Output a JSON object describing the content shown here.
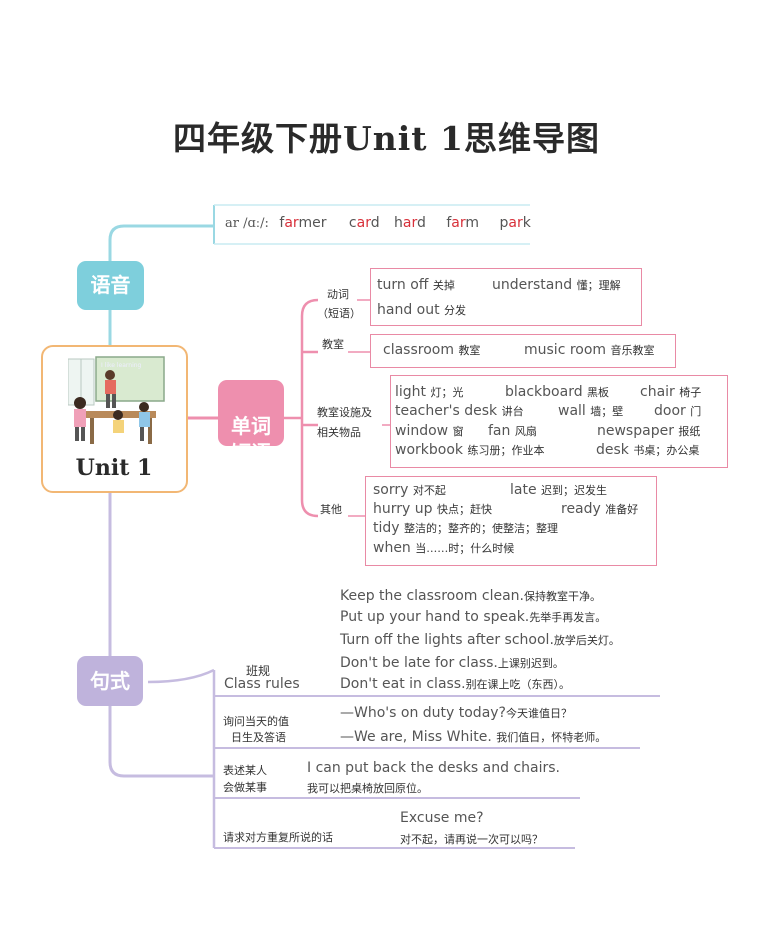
{
  "title": "四年级下册Unit 1思维导图",
  "center": {
    "label": "Unit 1",
    "scene_board_text": "I like learning"
  },
  "branches": {
    "phonics": "语音",
    "words_phrases": "单词\n短语",
    "sentences": "句式"
  },
  "phonics": {
    "rule": "ar /ɑː/:",
    "words": [
      {
        "pre": "f",
        "hl": "ar",
        "post": "mer"
      },
      {
        "pre": "c",
        "hl": "ar",
        "post": "d"
      },
      {
        "pre": "h",
        "hl": "ar",
        "post": "d"
      },
      {
        "pre": "f",
        "hl": "ar",
        "post": "m"
      },
      {
        "pre": "p",
        "hl": "ar",
        "post": "k"
      }
    ]
  },
  "vocab": {
    "verbs_label_1": "动词",
    "verbs_label_2": "（短语）",
    "verbs": [
      {
        "en": "turn off",
        "cn": "关掉"
      },
      {
        "en": "understand",
        "cn": "懂；理解"
      },
      {
        "en": "hand out",
        "cn": "分发"
      }
    ],
    "classroom_label": "教室",
    "classroom": [
      {
        "en": "classroom",
        "cn": "教室"
      },
      {
        "en": "music room",
        "cn": "音乐教室"
      }
    ],
    "facilities_label_1": "教室设施及",
    "facilities_label_2": "相关物品",
    "facilities": [
      {
        "en": "light",
        "cn": "灯；光"
      },
      {
        "en": "blackboard",
        "cn": "黑板"
      },
      {
        "en": "chair",
        "cn": "椅子"
      },
      {
        "en": "teacher's desk",
        "cn": "讲台"
      },
      {
        "en": "wall",
        "cn": "墙；壁"
      },
      {
        "en": "door",
        "cn": "门"
      },
      {
        "en": "window",
        "cn": "窗"
      },
      {
        "en": "fan",
        "cn": "风扇"
      },
      {
        "en": "newspaper",
        "cn": "报纸"
      },
      {
        "en": "workbook",
        "cn": "练习册；作业本"
      },
      {
        "en": "desk",
        "cn": "书桌；办公桌"
      }
    ],
    "others_label": "其他",
    "others": [
      {
        "en": "sorry",
        "cn": "对不起"
      },
      {
        "en": "late",
        "cn": "迟到；迟发生"
      },
      {
        "en": "hurry up",
        "cn": "快点；赶快"
      },
      {
        "en": "ready",
        "cn": "准备好"
      },
      {
        "en": "tidy",
        "cn": "整洁的；整齐的；使整洁；整理"
      },
      {
        "en": "when",
        "cn": "当……时；什么时候"
      }
    ]
  },
  "sentences": {
    "rules_label_cn": "班规",
    "rules_label_en": "Class rules",
    "rules": [
      {
        "en": "Keep the classroom clean.",
        "cn": "保持教室干净。"
      },
      {
        "en": "Put up your hand to speak.",
        "cn": "先举手再发言。"
      },
      {
        "en": "Turn off the lights after school.",
        "cn": "放学后关灯。"
      },
      {
        "en": "Don't be late for class.",
        "cn": "上课别迟到。"
      },
      {
        "en": "Don't eat in class.",
        "cn": "别在课上吃（东西）。"
      }
    ],
    "duty_label_1": "询问当天的值",
    "duty_label_2": "日生及答语",
    "duty": [
      {
        "en": "—Who's on duty today?",
        "cn": "今天谁值日？"
      },
      {
        "en": "—We are, Miss White.",
        "cn": "我们值日，怀特老师。"
      }
    ],
    "can_label_1": "表述某人",
    "can_label_2": "会做某事",
    "can_en": "I can put back the desks and chairs.",
    "can_cn": "我可以把桌椅放回原位。",
    "repeat_label": "请求对方重复所说的话",
    "repeat_en": "Excuse me?",
    "repeat_cn": "对不起，请再说一次可以吗？"
  },
  "colors": {
    "phonics": "#7ecfdc",
    "words": "#ee8fae",
    "sentences": "#bfb3dc",
    "center_border": "#f2b774",
    "highlight": "#d8303a"
  }
}
